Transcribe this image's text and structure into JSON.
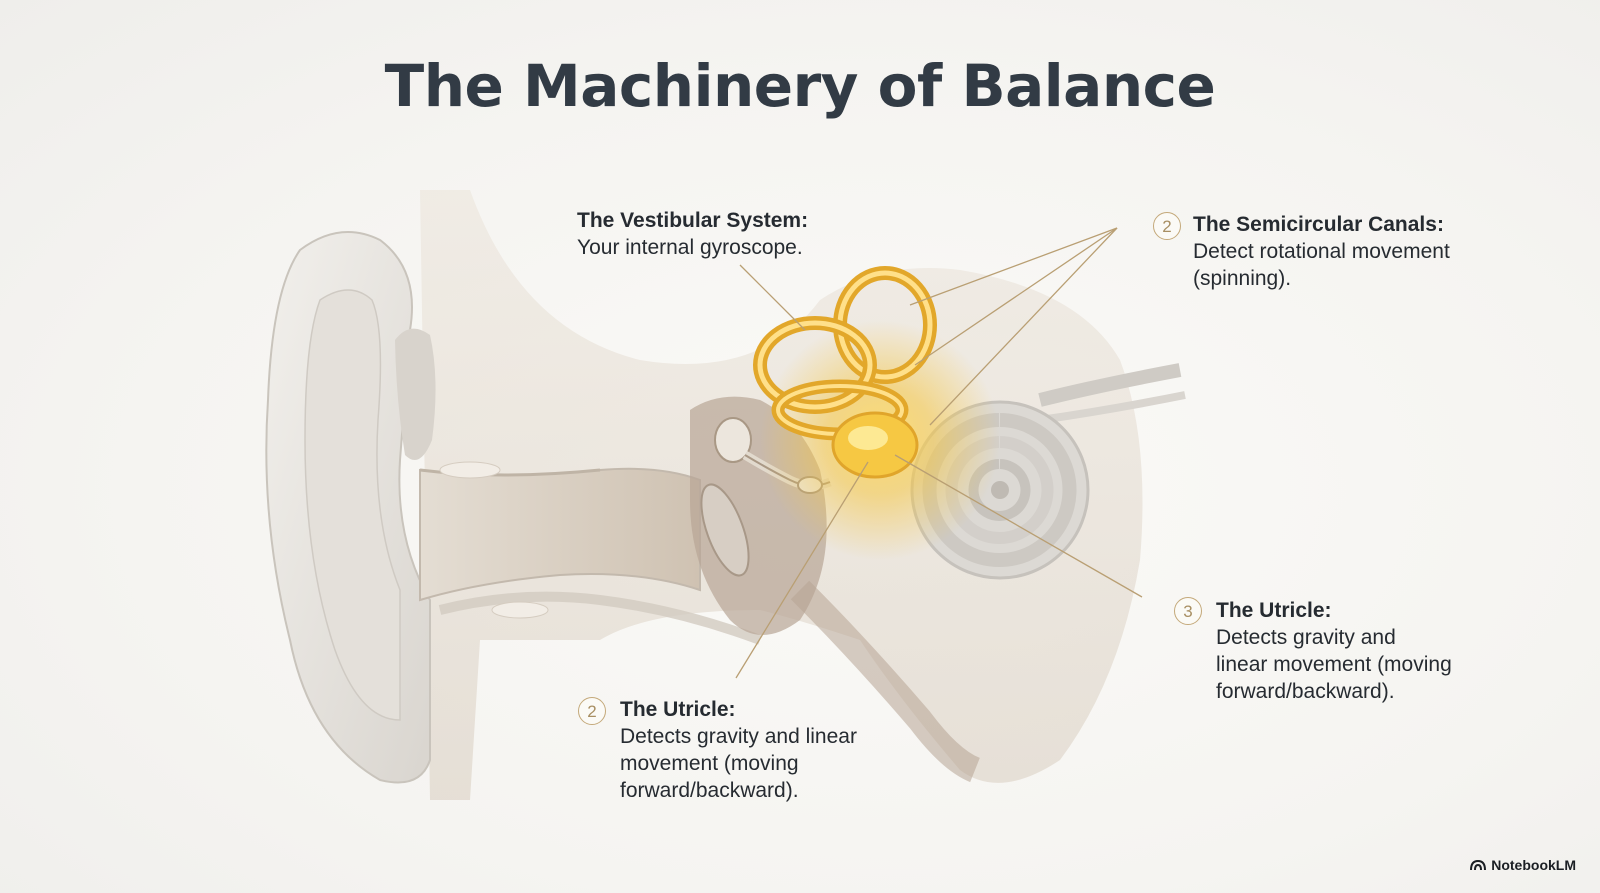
{
  "title": "The Machinery of Balance",
  "callouts": {
    "vestibular": {
      "heading": "The Vestibular System:",
      "lines": [
        "Your internal gyroscope."
      ]
    },
    "semicircular": {
      "number": "2",
      "heading": "The Semicircular Canals:",
      "lines": [
        "Detect rotational movement",
        "(spinning)."
      ]
    },
    "utricle_right": {
      "number": "3",
      "heading": "The Utricle:",
      "lines": [
        "Detects gravity and",
        "linear movement (moving",
        "forward/backward)."
      ]
    },
    "utricle_bottom": {
      "number": "2",
      "heading": "The Utricle:",
      "lines": [
        "Detects gravity and linear",
        "movement (moving",
        "forward/backward)."
      ]
    }
  },
  "brand": {
    "name": "NotebookLM",
    "icon": "notebooklm-logo-icon"
  },
  "colors": {
    "title": "#323b45",
    "leader": "#b99f73",
    "glow": "#f3c43c",
    "badge": "#c4a97a"
  }
}
